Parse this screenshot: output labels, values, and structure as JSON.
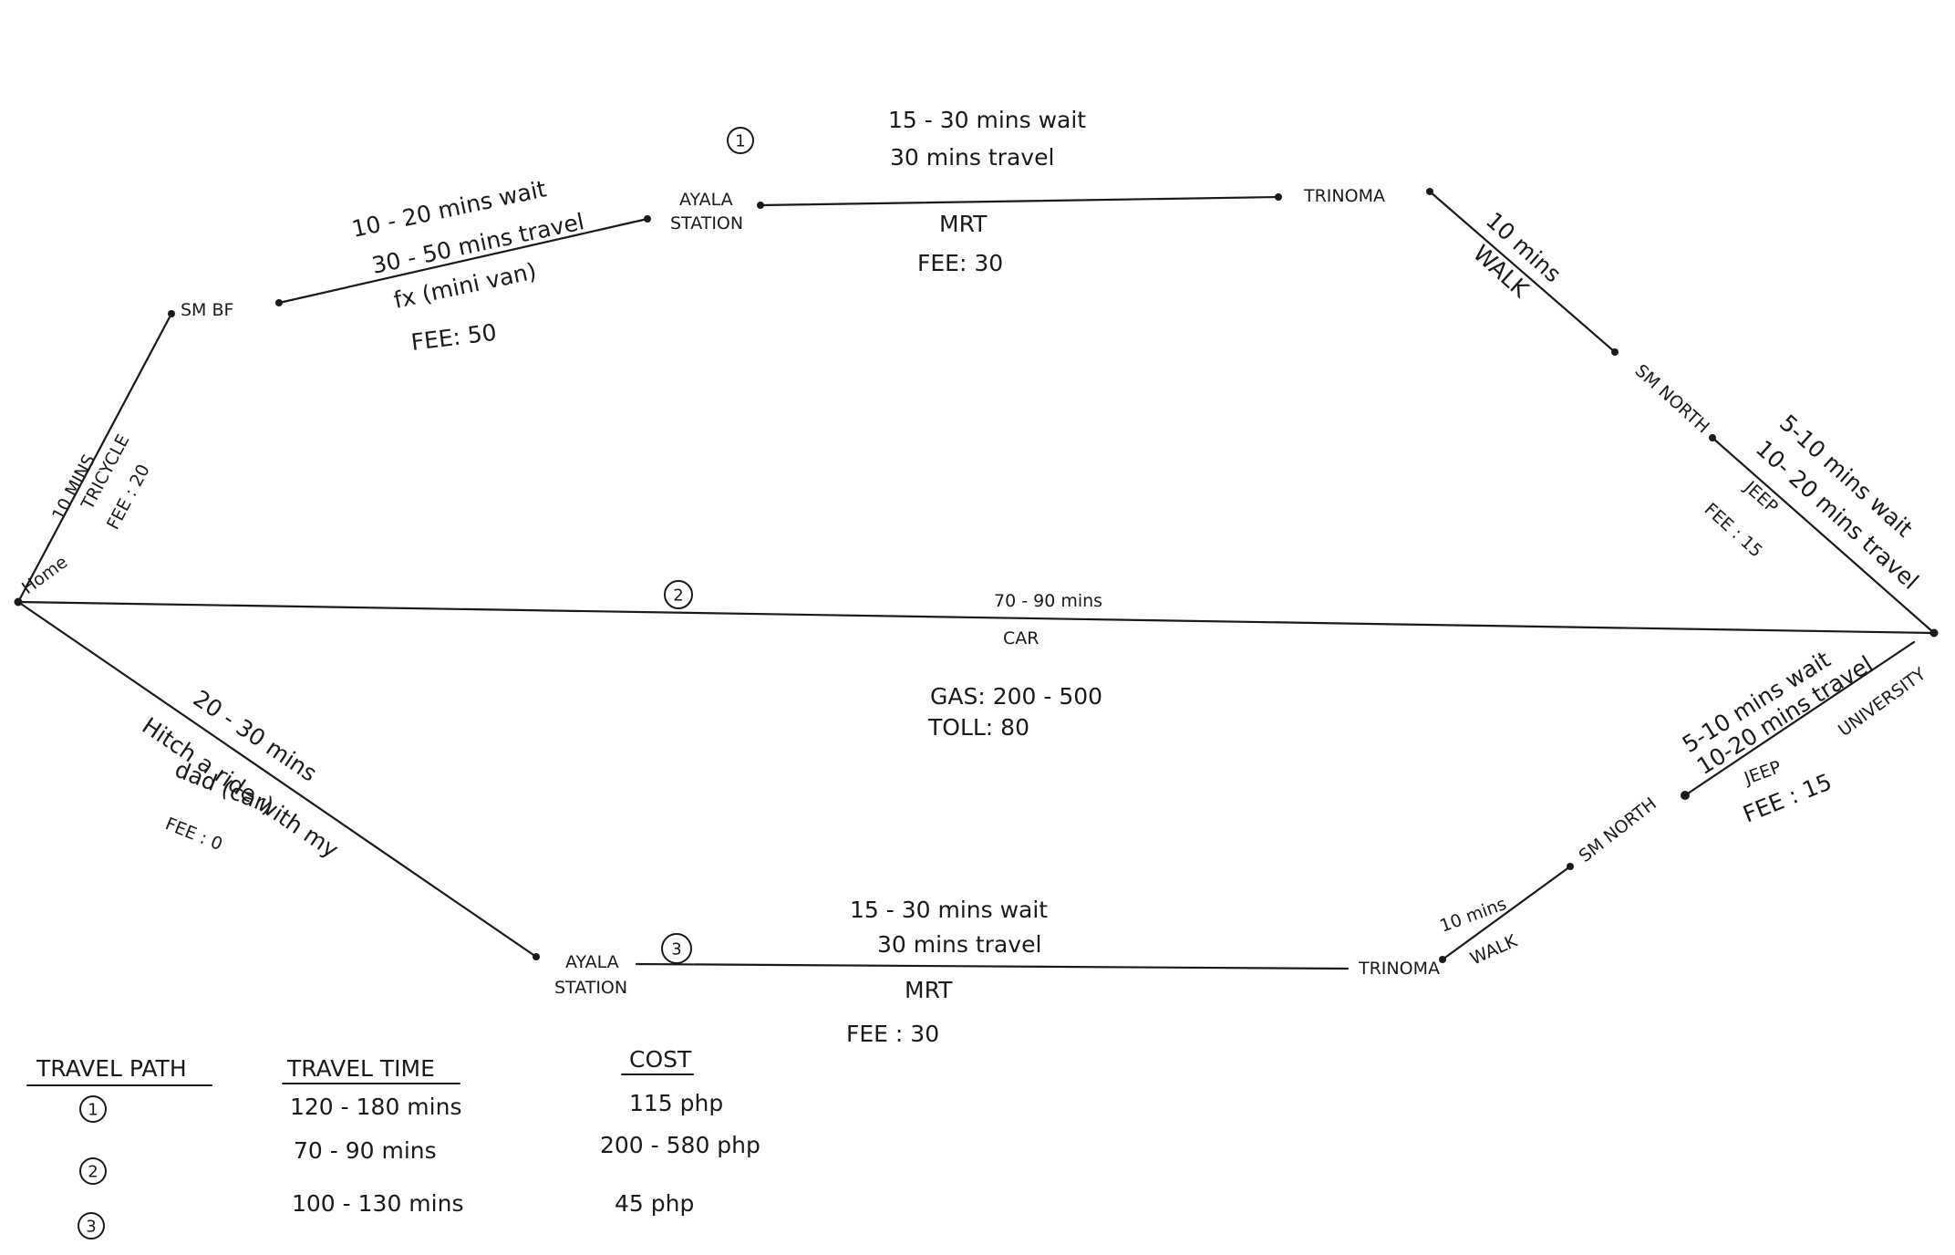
{
  "nodes": {
    "home": "Home",
    "sm_bf": "SM BF",
    "ayala_station_top": [
      "AYALA",
      "STATION"
    ],
    "trinoma_top": "TRINOMA",
    "sm_north_top": "SM NORTH",
    "university": "UNIVERSITY",
    "sm_north_bottom": "SM NORTH",
    "trinoma_bottom": "TRINOMA",
    "ayala_station_bottom": [
      "AYALA",
      "STATION"
    ]
  },
  "path_markers": [
    "1",
    "2",
    "3"
  ],
  "segments": {
    "home_smbf": {
      "time": "10 MINS",
      "mode": "TRICYCLE",
      "fee": "FEE : 20"
    },
    "smbf_ayala": {
      "wait": "10 - 20 mins wait",
      "travel": "30 - 50 mins travel",
      "mode": "fx (mini van)",
      "fee": "FEE: 50"
    },
    "ayala_trinoma_top": {
      "wait": "15 - 30 mins wait",
      "travel": "30 mins travel",
      "mode": "MRT",
      "fee": "FEE: 30"
    },
    "trinoma_smnorth_top": {
      "time": "10 mins",
      "mode": "WALK"
    },
    "smnorth_univ_top": {
      "wait": "5-10 mins wait",
      "travel": "10- 20 mins travel",
      "mode": "JEEP",
      "fee": "FEE : 15"
    },
    "home_univ": {
      "time": "70 - 90 mins",
      "mode": "CAR",
      "gas": "GAS: 200 - 500",
      "toll": "TOLL: 80"
    },
    "home_ayala_bottom": {
      "time": "20 - 30 mins",
      "mode": [
        "Hitch a ride with my",
        "dad (car)"
      ],
      "fee": "FEE : 0"
    },
    "ayala_trinoma_bottom": {
      "wait": "15 - 30 mins wait",
      "travel": "30 mins travel",
      "mode": "MRT",
      "fee": "FEE : 30"
    },
    "trinoma_smnorth_bottom": {
      "time": "10 mins",
      "mode": "WALK"
    },
    "smnorth_univ_bottom": {
      "wait": "5-10 mins wait",
      "travel": "10-20 mins travel",
      "mode": "JEEP",
      "fee": "FEE : 15"
    }
  },
  "summary": {
    "headers": [
      "TRAVEL PATH",
      "TRAVEL TIME",
      "COST"
    ],
    "rows": [
      {
        "path": "1",
        "time": "120 - 180 mins",
        "cost": "115 php"
      },
      {
        "path": "2",
        "time": "70 - 90 mins",
        "cost": "200 - 580 php"
      },
      {
        "path": "3",
        "time": "100 - 130 mins",
        "cost": "45 php"
      }
    ]
  },
  "colors": {
    "ink": "#1a1a1a",
    "paper": "#ffffff"
  }
}
